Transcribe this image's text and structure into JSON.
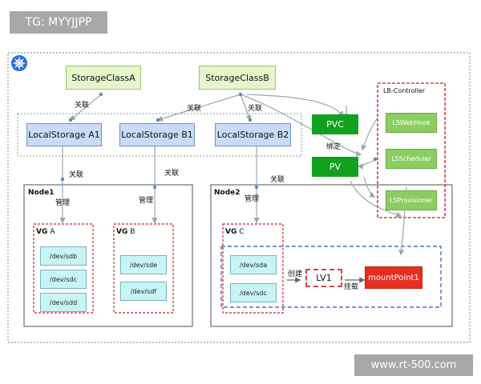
{
  "tag_badge": "TG: MYYJJPP",
  "watermark": "www.rt-500.com",
  "logo": {
    "icon": "kubernetes-helm-icon",
    "colors": {
      "fill": "#2a6de0",
      "stroke": "#ffffff"
    }
  },
  "storage_classes": [
    {
      "label": "StorageClassA"
    },
    {
      "label": "StorageClassB"
    }
  ],
  "local_storages": [
    {
      "label": "LocalStorage A1"
    },
    {
      "label": "LocalStorage B1"
    },
    {
      "label": "LocalStorage B2"
    }
  ],
  "connector_labels": {
    "related": "关联",
    "manage": "管理",
    "bind": "绑定",
    "create": "创建",
    "mount": "挂载"
  },
  "nodes": [
    {
      "title": "Node1",
      "vgs": [
        {
          "prefix": "VG",
          "name": "A",
          "devices": [
            "/dev/sdb",
            "/dev/sdc",
            "/dev/sdd"
          ]
        },
        {
          "prefix": "VG",
          "name": "B",
          "devices": [
            "/dev/sde",
            "/dev/sdf"
          ]
        }
      ]
    },
    {
      "title": "Node2",
      "vgs": [
        {
          "prefix": "VG",
          "name": "C",
          "devices": [
            "/dev/sda",
            "/dev/sdc"
          ]
        }
      ]
    }
  ],
  "pvc": {
    "label": "PVC"
  },
  "pv": {
    "label": "PV"
  },
  "lv": {
    "label": "LV1"
  },
  "mount_point": {
    "label": "mountPoint1"
  },
  "lb_controller": {
    "title": "LB-Controller",
    "items": [
      {
        "label": "LSWebHook"
      },
      {
        "label": "LSScheduler"
      },
      {
        "label": "LSProvisioner"
      }
    ]
  },
  "colors": {
    "green_box": "#e6f6cc",
    "blue_box": "#c9dbf8",
    "pv_green": "#11a11e",
    "lb_green": "#8ccd62",
    "cyan_box": "#c7f4f4",
    "red_dashed": "#d7434b",
    "mount_red": "#e52f21",
    "connector_gray": "#9aa7ac",
    "outer_border": "#8e9aa1",
    "node_border": "#6e6e6e",
    "blue_dashed": "#4f73b0"
  }
}
